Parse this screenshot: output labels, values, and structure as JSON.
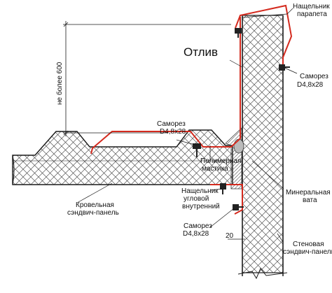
{
  "labels": {
    "parapet_flashing": [
      "Нащельник",
      "парапета"
    ],
    "screw_top": [
      "Саморез",
      "D4,8x28"
    ],
    "drip": "Отлив",
    "height_limit": "не более 600",
    "screw_mid": [
      "Саморез",
      "D4,8x28"
    ],
    "sealant": [
      "Полимерная",
      "мастика"
    ],
    "roof_panel": [
      "Кровельная",
      "сэндвич-панель"
    ],
    "inner_corner": [
      "Нащельник",
      "угловой",
      "внутренний"
    ],
    "screw_low": [
      "Саморез",
      "D4,8x28"
    ],
    "mineral_wool": [
      "Минеральная",
      "вата"
    ],
    "gap": "20",
    "wall_panel": [
      "Стеновая",
      "сэндвич-панель"
    ]
  },
  "colors": {
    "sheet_metal": "#d42a1e",
    "line": "#1a1a1a",
    "hatch": "#555555"
  }
}
